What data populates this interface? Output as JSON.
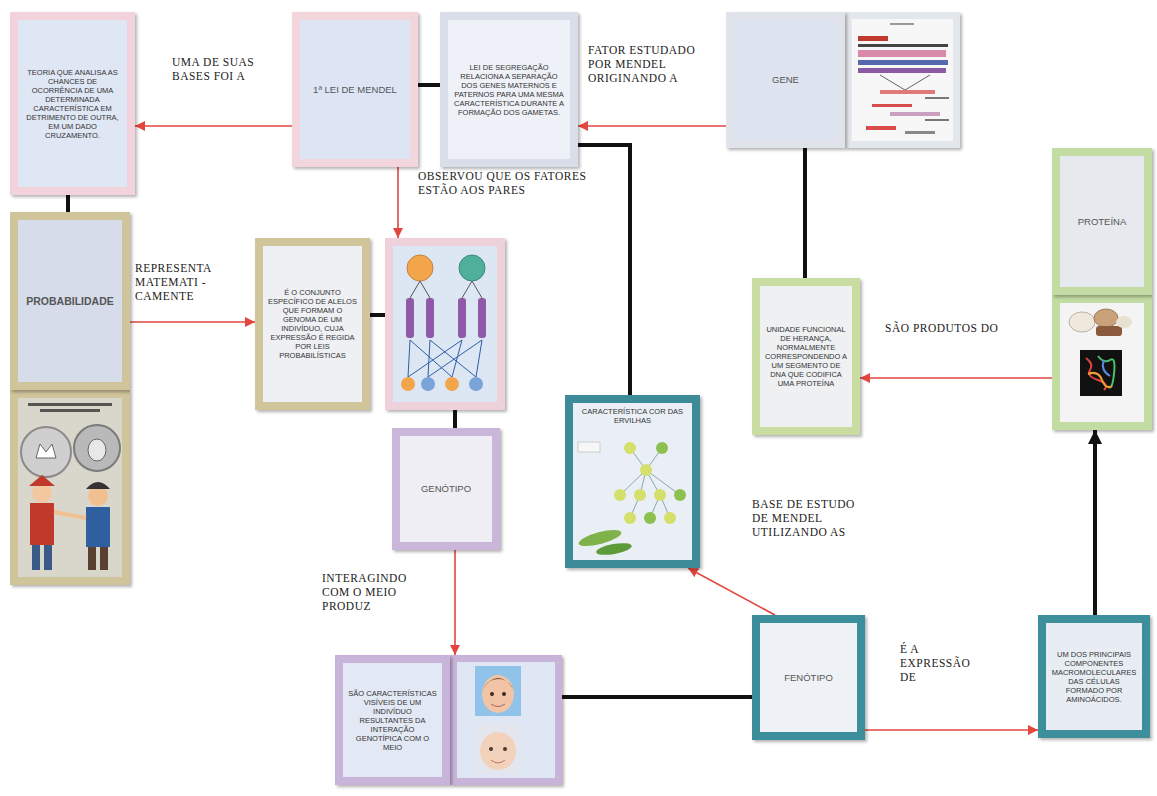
{
  "diagram": {
    "nodes": [
      {
        "text": [
          "TEORIA QUE ANALISA AS CHANCES DE OCORRÊNCIA DE UMA DETERMINADA CARACTERÍSTICA EM DETRIMENTO DE OUTRA, EM UM DADO CRUZAMENTO."
        ]
      },
      {
        "text": [
          "1ª LEI DE MENDEL"
        ]
      },
      {
        "text": [
          "LEI DE SEGREGAÇÃO RELACIONA A SEPARAÇÃO DOS GENES MATERNOS E PATERNOS PARA UMA MESMA CARACTERÍSTICA DURANTE A FORMAÇÃO DOS GAMETAS."
        ]
      },
      {
        "text": [
          "GENE"
        ]
      },
      {
        "text": [
          "PROBABILIDADE"
        ]
      },
      {
        "text": [
          "É O CONJUNTO ESPECÍFICO DE ALELOS QUE FORMAM O GENOMA DE UM INDIVÍDUO, CUJA EXPRESSÃO É REGIDA POR LEIS PROBABILÍSTICAS"
        ]
      },
      {
        "text": [
          "UNIDADE FUNCIONAL DE HERANÇA, NORMALMENTE CORRESPONDENDO A UM SEGMENTO DE DNA QUE CODIFICA UMA PROTEÍNA"
        ]
      },
      {
        "text": [
          "PROTEÍNA"
        ]
      },
      {
        "text": [
          "GENÓTIPO"
        ]
      },
      {
        "text": [
          "CARACTERÍSTICA COR DAS ERVILHAS"
        ]
      },
      {
        "text": [
          "SÃO CARACTERÍSTICAS VISÍVEIS DE UM INDIVÍDUO RESULTANTES DA INTERAÇÃO GENOTÍPICA COM O MEIO"
        ]
      },
      {
        "text": [
          "FENÓTIPO"
        ]
      },
      {
        "text": [
          "UM DOS PRINCIPAIS COMPONENTES MACROMOLECULARES DAS CÉLULAS FORMADO POR AMINOÁCIDOS."
        ]
      }
    ],
    "edges": [
      {
        "from": 1,
        "to": 0,
        "label": "UMA DE SUAS BASES FOI A",
        "arrow": "to"
      },
      {
        "from": 0,
        "to": 4,
        "arrow": "none"
      },
      {
        "from": 1,
        "to": 2,
        "arrow": "none"
      },
      {
        "from": 3,
        "to": 2,
        "label": "FATOR ESTUDADO POR MENDEL ORIGINANDO A",
        "arrow": "to"
      },
      {
        "from": 2,
        "to": 9,
        "arrow": "none"
      },
      {
        "from": 3,
        "to": 6,
        "arrow": "none"
      },
      {
        "from": 1,
        "to": 5,
        "label": "OBSERVOU QUE OS FATORES ESTÃO AOS PARES",
        "arrow": "to"
      },
      {
        "from": 4,
        "to": 5,
        "label": "REPRESENTA MATEMATI - CAMENTE",
        "arrow": "to"
      },
      {
        "from": 5,
        "to": 8,
        "arrow": "none"
      },
      {
        "from": 7,
        "to": 6,
        "label": "SÃO PRODUTOS DO",
        "arrow": "to"
      },
      {
        "from": 8,
        "to": 10,
        "label": "INTERAGINDO COM O MEIO PRODUZ",
        "arrow": "to"
      },
      {
        "from": 10,
        "to": 11,
        "arrow": "none"
      },
      {
        "from": 11,
        "to": 9,
        "label": "BASE DE ESTUDO DE MENDEL UTILIZANDO AS",
        "arrow": "to"
      },
      {
        "from": 11,
        "to": 12,
        "label": "É A EXPRESSÃO DE",
        "arrow": "to"
      },
      {
        "from": 12,
        "to": 7,
        "arrow": "to"
      }
    ]
  }
}
